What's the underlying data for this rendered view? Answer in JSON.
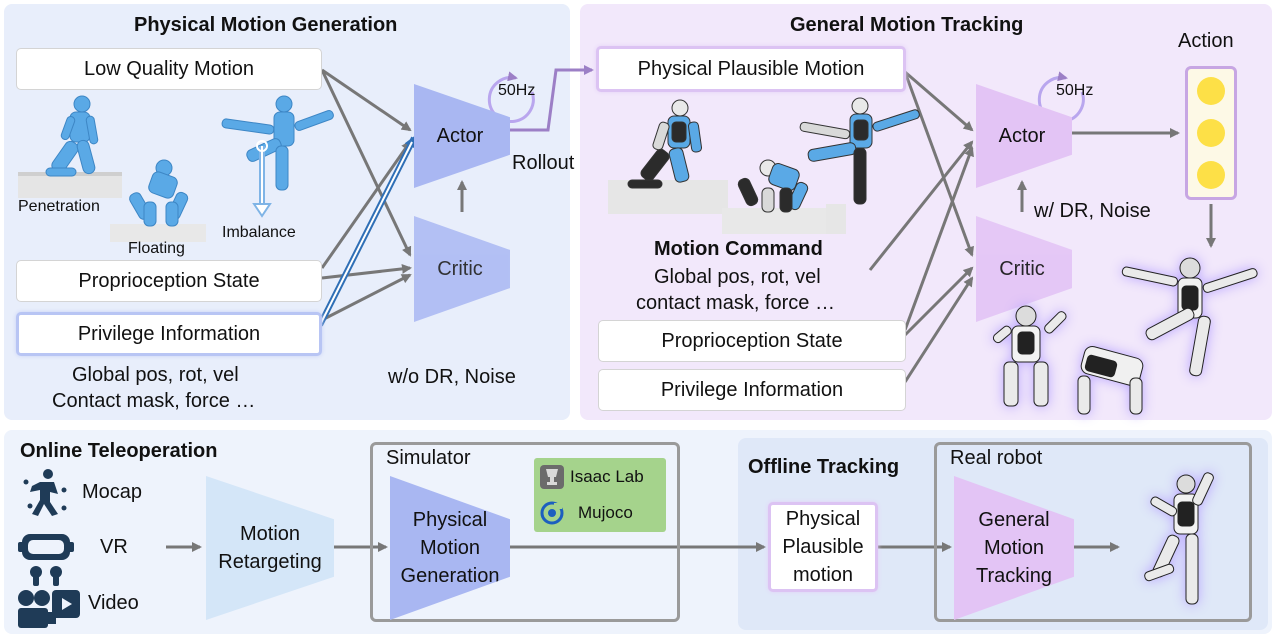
{
  "top_left": {
    "title": "Physical Motion Generation",
    "low_quality_motion": "Low Quality Motion",
    "penetration": "Penetration",
    "floating": "Floating",
    "imbalance": "Imbalance",
    "proprioception_state": "Proprioception State",
    "privilege_information": "Privilege Information",
    "privilege_detail_1": "Global pos, rot, vel",
    "privilege_detail_2": "Contact mask, force …",
    "actor": "Actor",
    "critic": "Critic",
    "freq": "50Hz",
    "rollout": "Rollout",
    "wo_dr": "w/o DR, Noise"
  },
  "top_right": {
    "title": "General Motion Tracking",
    "physical_plausible_motion": "Physical Plausible Motion",
    "motion_command": "Motion Command",
    "command_detail_1": "Global pos, rot, vel",
    "command_detail_2": "contact mask, force …",
    "proprioception_state": "Proprioception State",
    "privilege_information": "Privilege Information",
    "actor": "Actor",
    "critic": "Critic",
    "freq": "50Hz",
    "w_dr": "w/ DR, Noise",
    "action": "Action"
  },
  "bottom": {
    "online_title": "Online Teleoperation",
    "mocap": "Mocap",
    "vr": "VR",
    "video": "Video",
    "motion_retargeting_1": "Motion",
    "motion_retargeting_2": "Retargeting",
    "simulator": "Simulator",
    "pmg_1": "Physical",
    "pmg_2": "Motion",
    "pmg_3": "Generation",
    "isaac_lab": "Isaac Lab",
    "mujoco": "Mujoco",
    "offline_title": "Offline Tracking",
    "ppm_1": "Physical",
    "ppm_2": "Plausible",
    "ppm_3": "motion",
    "real_robot": "Real robot",
    "gmt_1": "General",
    "gmt_2": "Motion",
    "gmt_3": "Tracking"
  },
  "colors": {
    "panel_blue": "#e8eefb",
    "panel_purple": "#f2e8fb",
    "actor_blue": "#a9b7f2",
    "actor_purple": "#e3c4f5",
    "retarget_blue": "#d4e6f8",
    "sim_badge_green": "#a5d38c",
    "action_yellow": "#fde047",
    "arrow_grey": "#777777",
    "highlight_blue": "#3f86cc"
  }
}
